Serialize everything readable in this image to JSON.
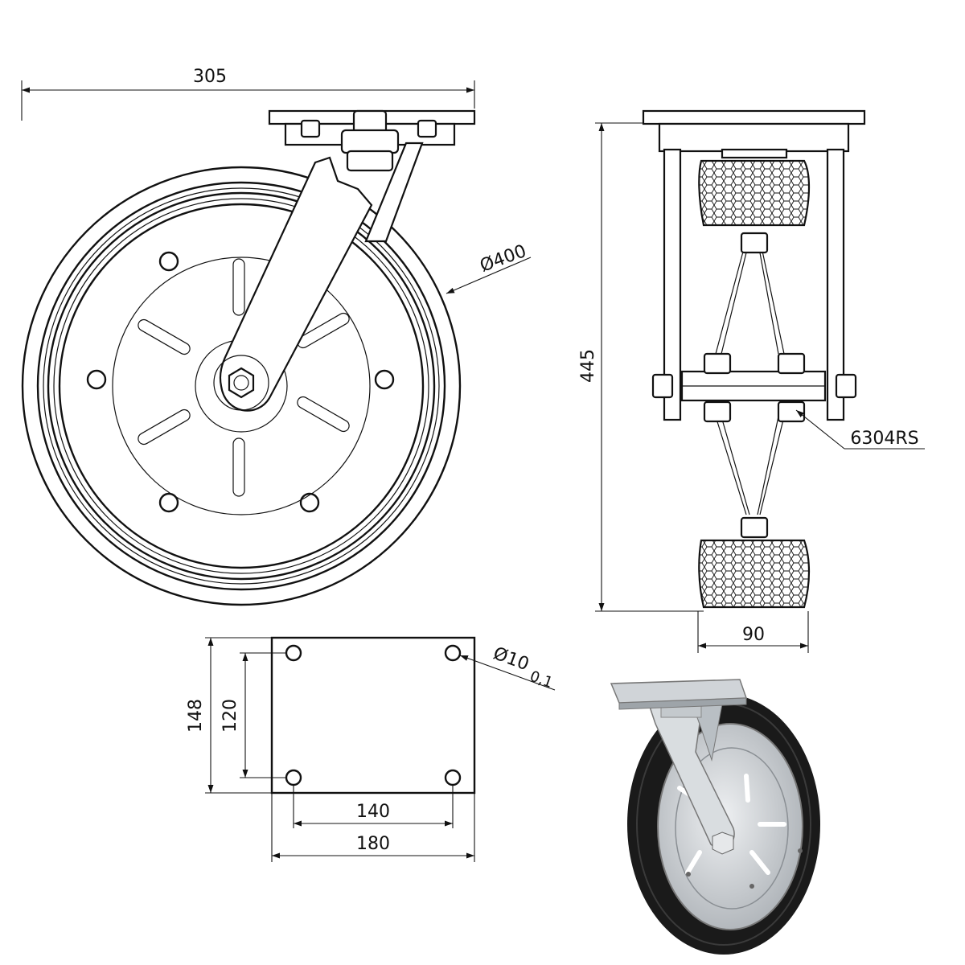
{
  "dimensions": {
    "overall_width": "305",
    "wheel_diameter": "Ø400",
    "overall_height": "445",
    "bearing": "6304RS",
    "wheel_width": "90",
    "hole_diameter": "Ø10",
    "hole_tolerance": "0,1",
    "plate_height": "148",
    "hole_spacing_height": "120",
    "hole_spacing_width": "140",
    "plate_width": "180"
  },
  "colors": {
    "line": "#111111",
    "background": "#ffffff",
    "tyre": "#1a1a1a",
    "hub": "#c8ccd0",
    "bracket": "#d9dde0"
  },
  "icons": {
    "photo": "castor-wheel-photo"
  }
}
